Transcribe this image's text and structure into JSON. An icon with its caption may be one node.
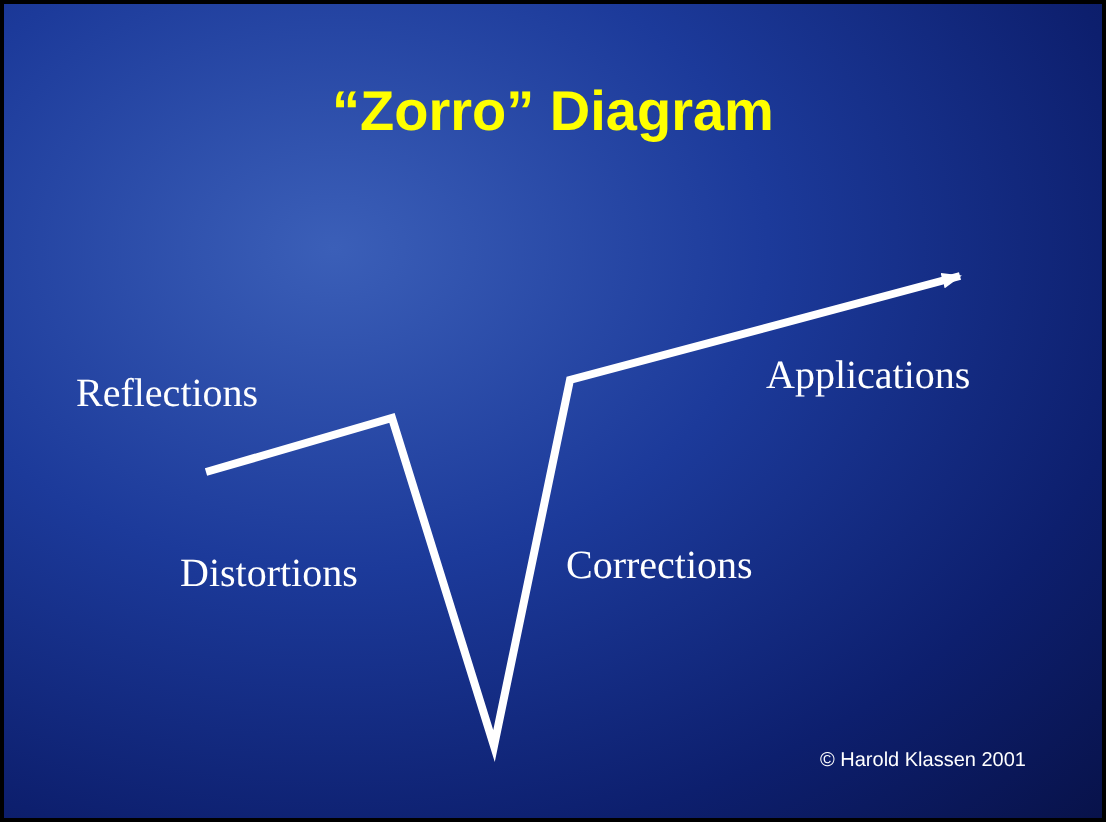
{
  "diagram": {
    "title": "“Zorro” Diagram",
    "labels": [
      "Reflections",
      "Applications",
      "Distortions",
      "Corrections",
      "© Harold Klassen 2001"
    ]
  }
}
